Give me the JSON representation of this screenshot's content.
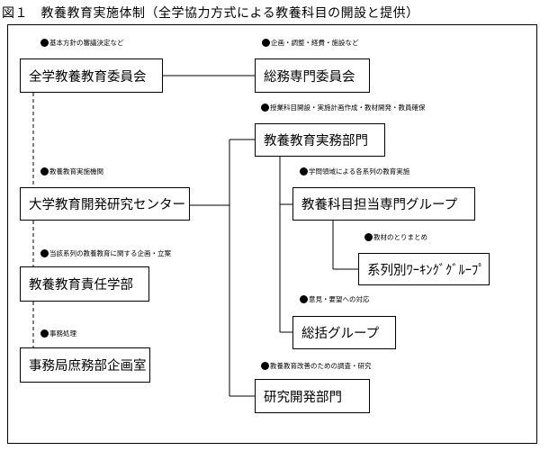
{
  "caption": "図１　教養教育実施体制（全学協力方式による教養科目の開設と提供）",
  "boxes": {
    "zengaku": "全学教養教育委員会",
    "somu": "総務専門委員会",
    "jitsumu": "教養教育実務部門",
    "center": "大学教育開発研究センター",
    "senmon_group": "教養科目担当専門グループ",
    "sekinin": "教養教育責任学部",
    "keiretsu": "系列別ﾜｰｷﾝｸﾞｸﾞﾙｰﾌﾟ",
    "sokatsu": "総括グループ",
    "jimukyoku": "事務局庶務部企画室",
    "kenkyu": "研究開発部門"
  },
  "notes": {
    "zengaku": "基本方針の審議決定など",
    "somu": "企画・調整・経費・施設など",
    "jitsumu": "授業科目開設・実施計画作成・教材開発・教員確保",
    "center": "教養教育実施機関",
    "senmon_group": "学問領域による各系列の教育実施",
    "keiretsu": "教材のとりまとめ",
    "sekinin": "当該系列の教養教育に関する企画・立案",
    "sokatsu": "意見・要望への対応",
    "jimukyoku": "事務処理",
    "kenkyu": "教養教育改善のための調査・研究"
  }
}
